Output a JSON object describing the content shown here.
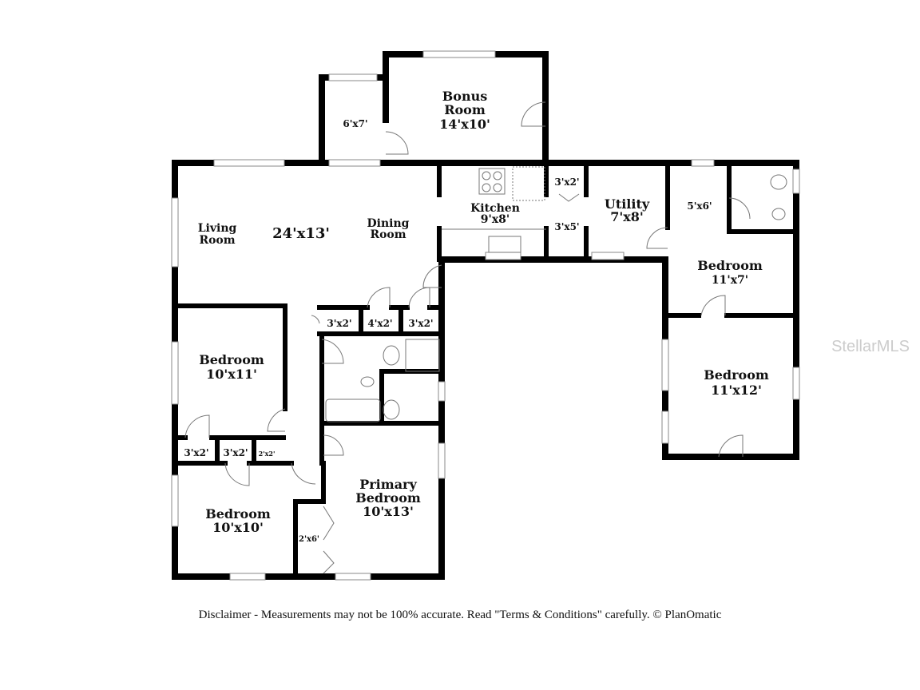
{
  "rooms": {
    "bonus": {
      "name": "Bonus",
      "name2": "Room",
      "size": "14'x10'"
    },
    "small_top": {
      "size": "6'x7'"
    },
    "living": {
      "name": "Living",
      "name2": "Room",
      "size": "24'x13'"
    },
    "dining": {
      "name": "Dining",
      "name2": "Room"
    },
    "kitchen": {
      "name": "Kitchen",
      "size": "9'x8'"
    },
    "pantry_a": {
      "size": "3'x2'"
    },
    "pantry_b": {
      "size": "3'x5'"
    },
    "utility": {
      "name": "Utility",
      "size": "7'x8'"
    },
    "bath_small": {
      "size": "5'x6'"
    },
    "bedroom_ne": {
      "name": "Bedroom",
      "size": "11'x7'"
    },
    "bedroom_e": {
      "name": "Bedroom",
      "size": "11'x12'"
    },
    "bedroom_w": {
      "name": "Bedroom",
      "size": "10'x11'"
    },
    "bedroom_sw": {
      "name": "Bedroom",
      "size": "10'x10'"
    },
    "primary": {
      "name": "Primary",
      "name2": "Bedroom",
      "size": "10'x13'"
    },
    "closet_1": {
      "size": "3'x2'"
    },
    "closet_2": {
      "size": "4'x2'"
    },
    "closet_3": {
      "size": "3'x2'"
    },
    "closet_4": {
      "size": "3'x2'"
    },
    "closet_5": {
      "size": "3'x2'"
    },
    "closet_6": {
      "size": "2'x2'"
    },
    "closet_7": {
      "size": "2'x6'"
    }
  },
  "watermark": "StellarMLS",
  "disclaimer": "Disclaimer - Measurements may not be 100% accurate. Read \"Terms & Conditions\" carefully. © PlanOmatic"
}
